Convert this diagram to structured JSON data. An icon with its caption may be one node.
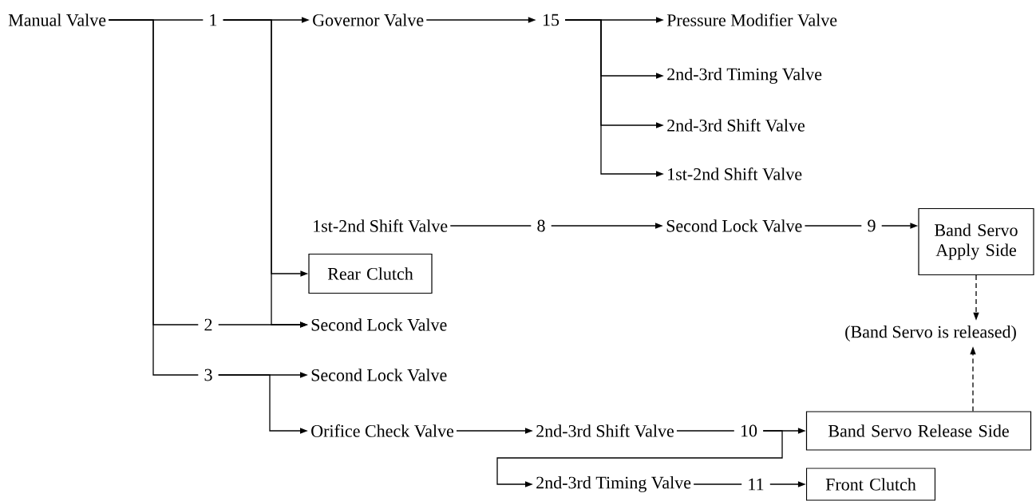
{
  "diagram": {
    "nodes": [
      {
        "text": [
          "Manual Valve"
        ]
      },
      {
        "text": [
          "1"
        ]
      },
      {
        "text": [
          "Governor Valve"
        ]
      },
      {
        "text": [
          "15"
        ]
      },
      {
        "text": [
          "Pressure Modifier Valve"
        ]
      },
      {
        "text": [
          "2nd-3rd Timing Valve"
        ]
      },
      {
        "text": [
          "2nd-3rd Shift Valve"
        ]
      },
      {
        "text": [
          "1st-2nd Shift Valve"
        ]
      },
      {
        "text": [
          "1st-2nd Shift Valve"
        ]
      },
      {
        "text": [
          "8"
        ]
      },
      {
        "text": [
          "Second Lock Valve"
        ]
      },
      {
        "text": [
          "9"
        ]
      },
      {
        "text": [
          "Band Servo Apply Side"
        ]
      },
      {
        "text": [
          "Rear Clutch"
        ]
      },
      {
        "text": [
          "2"
        ]
      },
      {
        "text": [
          "Second Lock Valve"
        ]
      },
      {
        "text": [
          "3"
        ]
      },
      {
        "text": [
          "Second Lock Valve"
        ]
      },
      {
        "text": [
          "Orifice Check Valve"
        ]
      },
      {
        "text": [
          "2nd-3rd Shift Valve"
        ]
      },
      {
        "text": [
          "10"
        ]
      },
      {
        "text": [
          "Band Servo Release Side"
        ]
      },
      {
        "text": [
          "2nd-3rd Timing Valve"
        ]
      },
      {
        "text": [
          "11"
        ]
      },
      {
        "text": [
          "Front Clutch"
        ]
      },
      {
        "text": [
          "(Band Servo is released)"
        ]
      }
    ],
    "edges": [
      {
        "from": 0,
        "to": 1,
        "arrow": "none"
      },
      {
        "from": 0,
        "to": 14,
        "arrow": "none"
      },
      {
        "from": 0,
        "to": 16,
        "arrow": "none"
      },
      {
        "from": 1,
        "to": 2,
        "arrow": "to"
      },
      {
        "from": 1,
        "to": 13,
        "arrow": "to"
      },
      {
        "from": 1,
        "to": 15,
        "arrow": "to"
      },
      {
        "from": 14,
        "to": 15,
        "arrow": "to"
      },
      {
        "from": 16,
        "to": 17,
        "arrow": "to"
      },
      {
        "from": 16,
        "to": 18,
        "arrow": "to"
      },
      {
        "from": 2,
        "to": 3,
        "arrow": "to"
      },
      {
        "from": 3,
        "to": 4,
        "arrow": "to"
      },
      {
        "from": 3,
        "to": 5,
        "arrow": "to"
      },
      {
        "from": 3,
        "to": 6,
        "arrow": "to"
      },
      {
        "from": 3,
        "to": 7,
        "arrow": "to"
      },
      {
        "from": 8,
        "to": 9,
        "arrow": "none"
      },
      {
        "from": 9,
        "to": 10,
        "arrow": "to"
      },
      {
        "from": 10,
        "to": 11,
        "arrow": "none"
      },
      {
        "from": 11,
        "to": 12,
        "arrow": "to"
      },
      {
        "from": 18,
        "to": 19,
        "arrow": "to"
      },
      {
        "from": 19,
        "to": 20,
        "arrow": "none"
      },
      {
        "from": 20,
        "to": 21,
        "arrow": "to"
      },
      {
        "from": 20,
        "to": 22,
        "arrow": "to"
      },
      {
        "from": 22,
        "to": 23,
        "arrow": "none"
      },
      {
        "from": 23,
        "to": 24,
        "arrow": "to"
      },
      {
        "from": 12,
        "to": 25,
        "arrow": "to",
        "style": "dashed"
      },
      {
        "from": 21,
        "to": 25,
        "arrow": "to",
        "style": "dashed"
      }
    ]
  }
}
